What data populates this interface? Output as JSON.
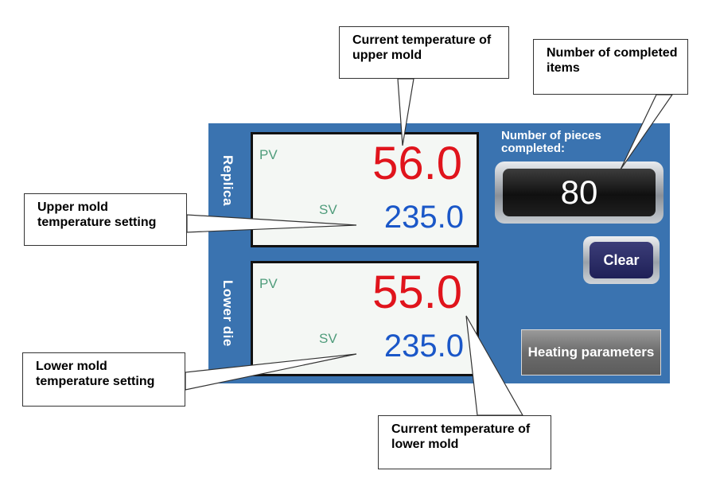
{
  "panel": {
    "upper_label": "Replica",
    "lower_label": "Lower die",
    "upper": {
      "pv_tag": "PV",
      "sv_tag": "SV",
      "pv": "56.0",
      "sv": "235.0"
    },
    "lower": {
      "pv_tag": "PV",
      "sv_tag": "SV",
      "pv": "55.0",
      "sv": "235.0"
    },
    "count_label": "Number of pieces completed:",
    "count_value": "80",
    "clear_label": "Clear",
    "heating_label": "Heating parameters"
  },
  "callouts": {
    "upper_current": "Current temperature of upper mold",
    "completed_items": "Number of completed items",
    "upper_setting": "Upper mold temperature setting",
    "lower_setting": "Lower mold temperature setting",
    "lower_current": "Current temperature of lower mold"
  },
  "colors": {
    "panel": "#3a73b0",
    "pv": "#e0141c",
    "sv": "#1a57c8",
    "tag": "#4f9c7b"
  }
}
